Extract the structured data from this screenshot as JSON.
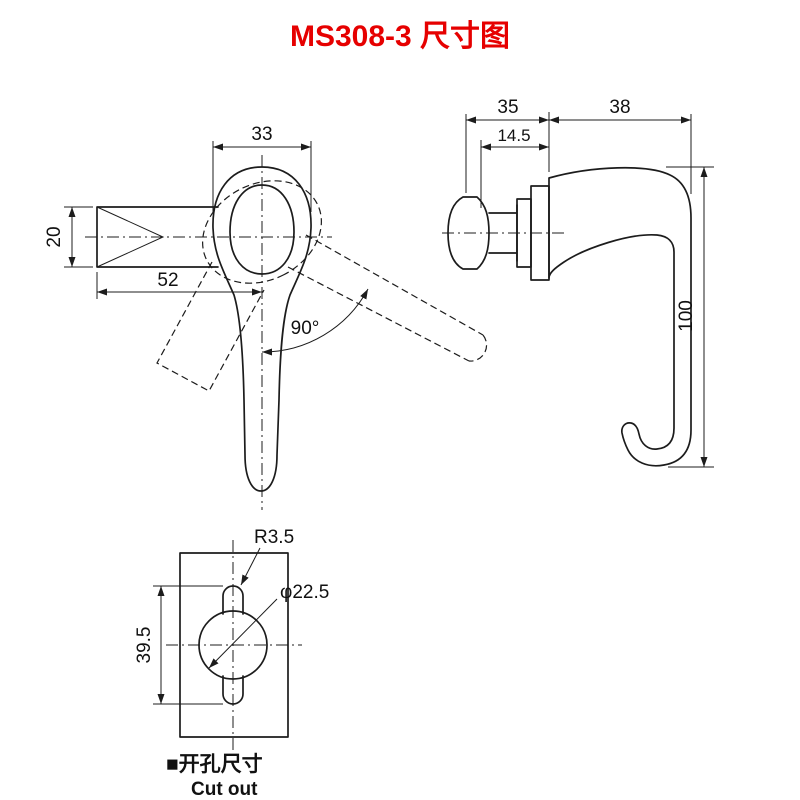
{
  "title": "MS308-3 尺寸图",
  "colors": {
    "title": "#e60000",
    "line": "#1c1c1c"
  },
  "front_view": {
    "dim_knob_width": "33",
    "dim_shaft_height": "20",
    "dim_center_offset": "52",
    "rotation_angle": "90°"
  },
  "side_view": {
    "dim_front_depth": "35",
    "dim_thread_depth": "14.5",
    "dim_back_depth": "38",
    "dim_handle_height": "100"
  },
  "cutout_view": {
    "dim_notch_radius": "R3.5",
    "dim_hole_diameter": "φ22.5",
    "dim_slot_length": "39.5",
    "caption_cn": "■开孔尺寸",
    "caption_en": "Cut out"
  }
}
